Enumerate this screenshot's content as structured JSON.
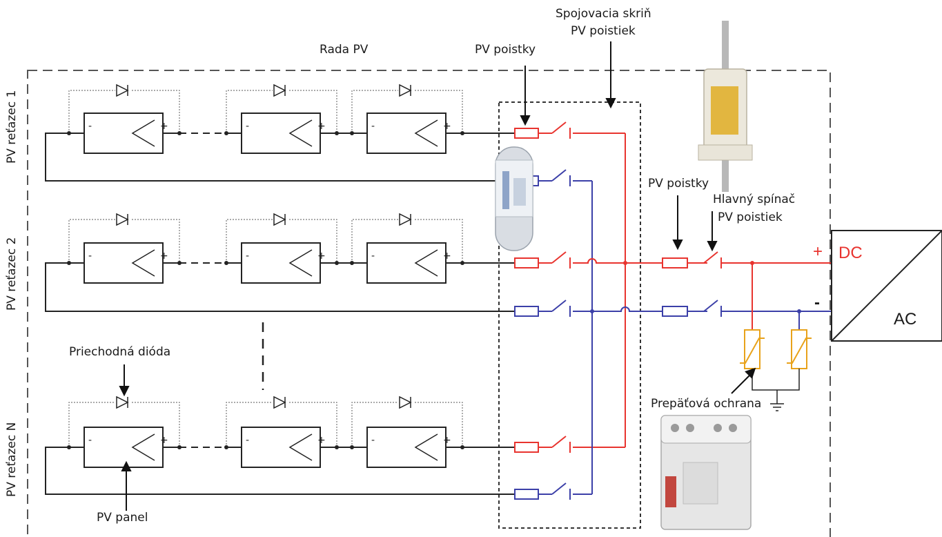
{
  "labels": {
    "rada_pv": "Rada PV",
    "pv_poistky_top": "PV poistky",
    "combiner_line1": "Spojovacia skriň",
    "combiner_line2": "PV poistiek",
    "pv_poistky_right": "PV poistky",
    "main_switch_line1": "Hlavný spínač",
    "main_switch_line2": "PV poistiek",
    "bypass_diode": "Priechodná dióda",
    "pv_panel": "PV panel",
    "surge_protection": "Prepäťová ochrana",
    "dc": "DC",
    "ac": "AC",
    "plus": "+",
    "minus": "-"
  },
  "strings": [
    "PV reťazec 1",
    "PV reťazec 2",
    "PV reťazec N"
  ],
  "panel_polarity": {
    "negative": "-",
    "positive": "+"
  },
  "colors": {
    "positive_line": "#e8332e",
    "negative_line": "#3b3fa8",
    "varistor": "#e8a21a",
    "frame": "#555555",
    "wire": "#222222"
  }
}
